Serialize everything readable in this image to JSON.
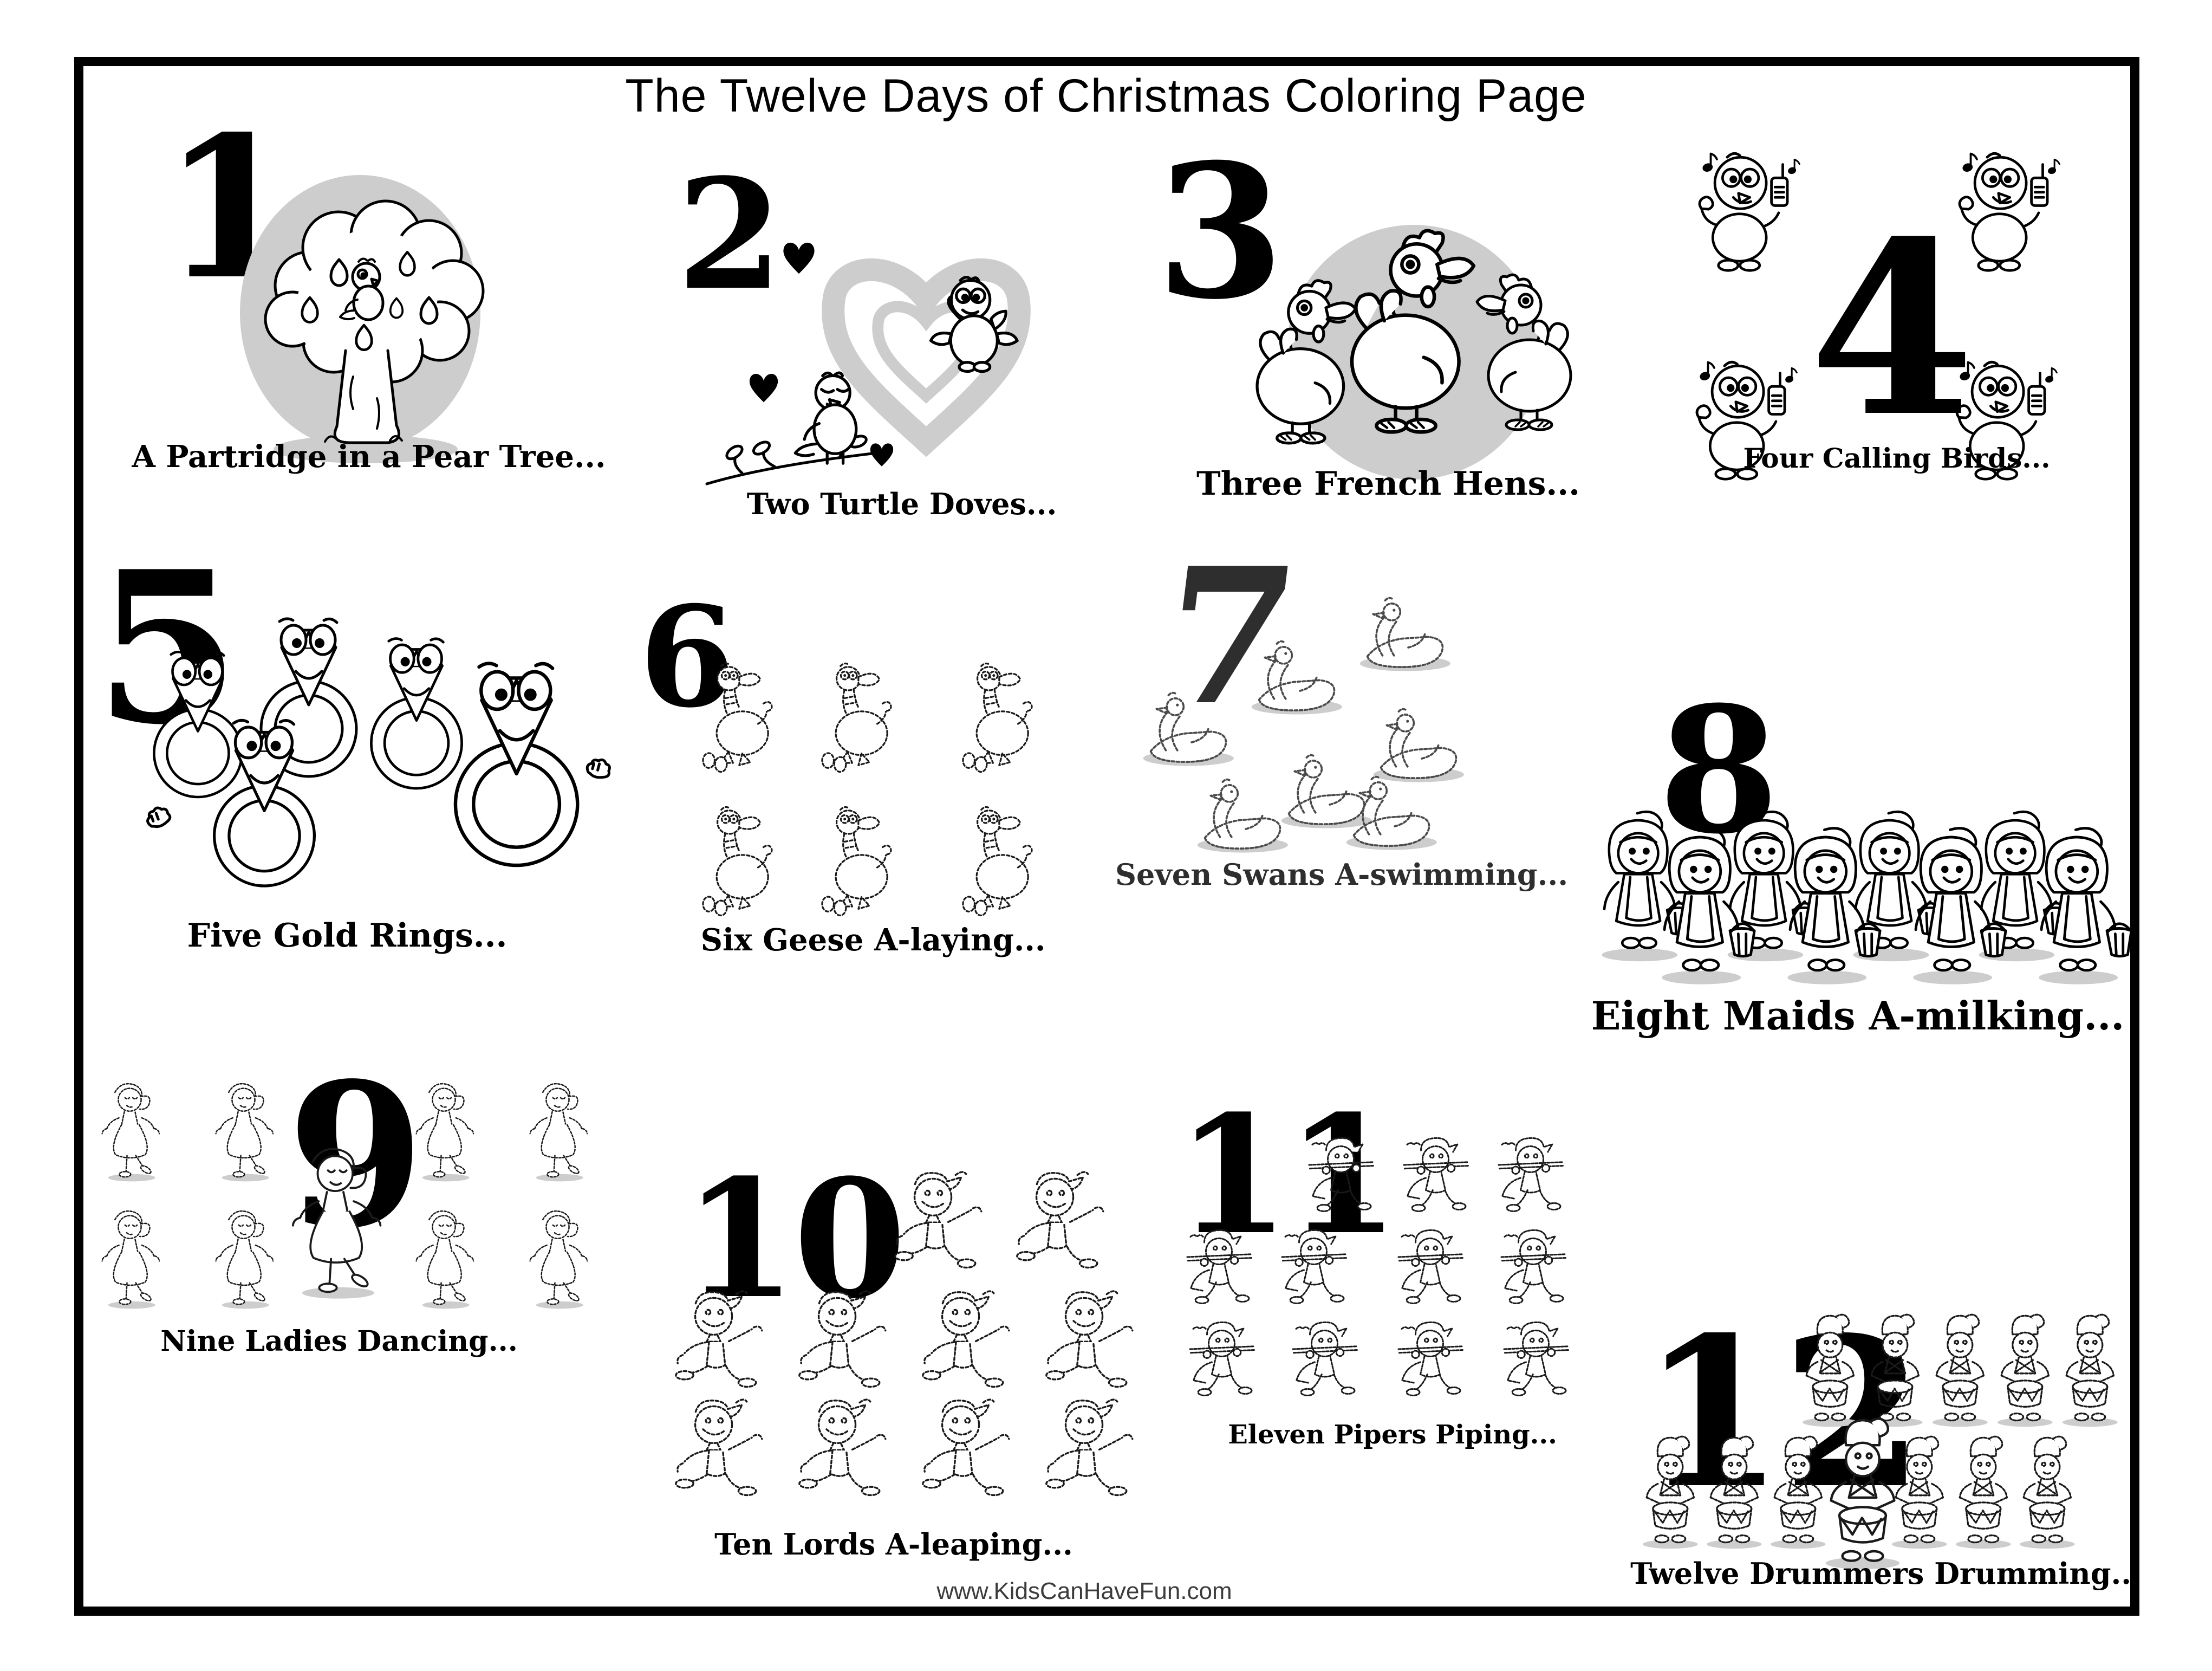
{
  "page": {
    "title": "The Twelve Days of Christmas Coloring Page",
    "footer_url": "www.KidsCanHaveFun.com"
  },
  "colors": {
    "ink": "#000000",
    "paper": "#ffffff",
    "soft_gray": "#cdcdcd",
    "muted_ink": "#2e2e2e",
    "footer_ink": "#3c3c3c"
  },
  "sections": [
    {
      "number": "1",
      "caption": "A Partridge in a Pear Tree...",
      "illustration": "partridge-in-pear-tree"
    },
    {
      "number": "2",
      "caption": "Two Turtle Doves...",
      "illustration": "two-turtle-doves"
    },
    {
      "number": "3",
      "caption": "Three French Hens...",
      "illustration": "three-french-hens"
    },
    {
      "number": "4",
      "caption": "Four Calling Birds...",
      "illustration": "four-calling-birds"
    },
    {
      "number": "5",
      "caption": "Five Gold Rings...",
      "illustration": "five-gold-rings"
    },
    {
      "number": "6",
      "caption": "Six Geese A-laying...",
      "illustration": "six-geese-a-laying"
    },
    {
      "number": "7",
      "caption": "Seven Swans A-swimming...",
      "illustration": "seven-swans-a-swimming"
    },
    {
      "number": "8",
      "caption": "Eight Maids A-milking...",
      "illustration": "eight-maids-a-milking"
    },
    {
      "number": "9",
      "caption": "Nine Ladies Dancing...",
      "illustration": "nine-ladies-dancing"
    },
    {
      "number": "10",
      "caption": "Ten Lords A-leaping...",
      "illustration": "ten-lords-a-leaping"
    },
    {
      "number": "11",
      "caption": "Eleven Pipers Piping...",
      "illustration": "eleven-pipers-piping"
    },
    {
      "number": "12",
      "caption": "Twelve Drummers Drumming...",
      "illustration": "twelve-drummers-drumming"
    }
  ]
}
